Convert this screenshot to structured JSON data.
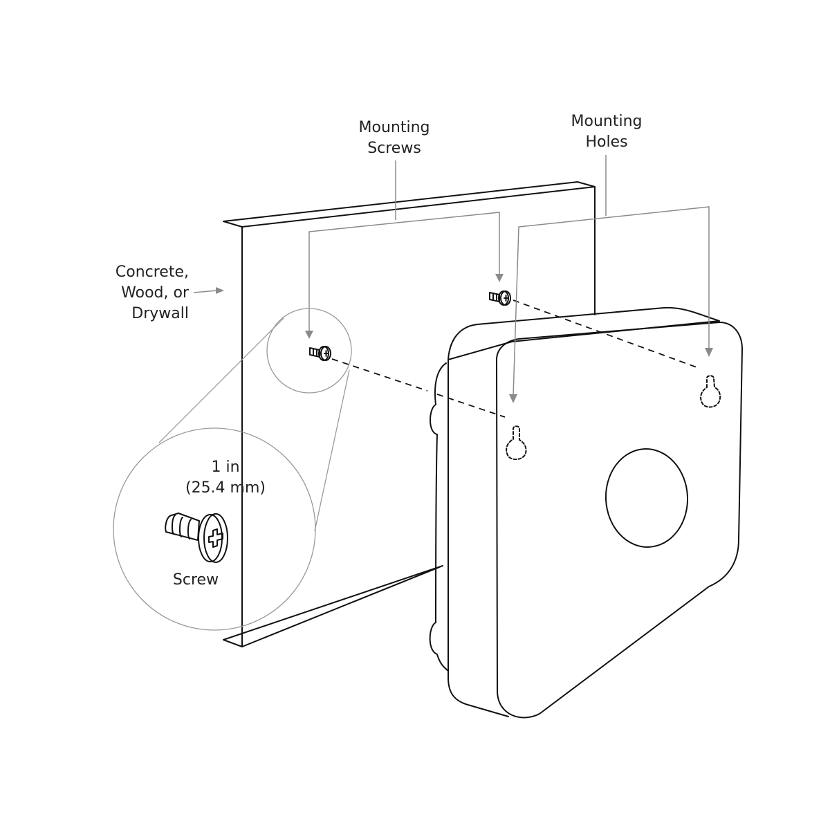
{
  "labels": {
    "mounting_screws": [
      "Mounting",
      "Screws"
    ],
    "mounting_holes": [
      "Mounting",
      "Holes"
    ],
    "surface": [
      "Concrete,",
      "Wood, or",
      "Drywall"
    ],
    "screw_length": [
      "1 in",
      "(25.4 mm)"
    ],
    "screw": "Screw"
  },
  "colors": {
    "line": "#111111",
    "leader": "#8a8a8a",
    "background": "#ffffff"
  }
}
